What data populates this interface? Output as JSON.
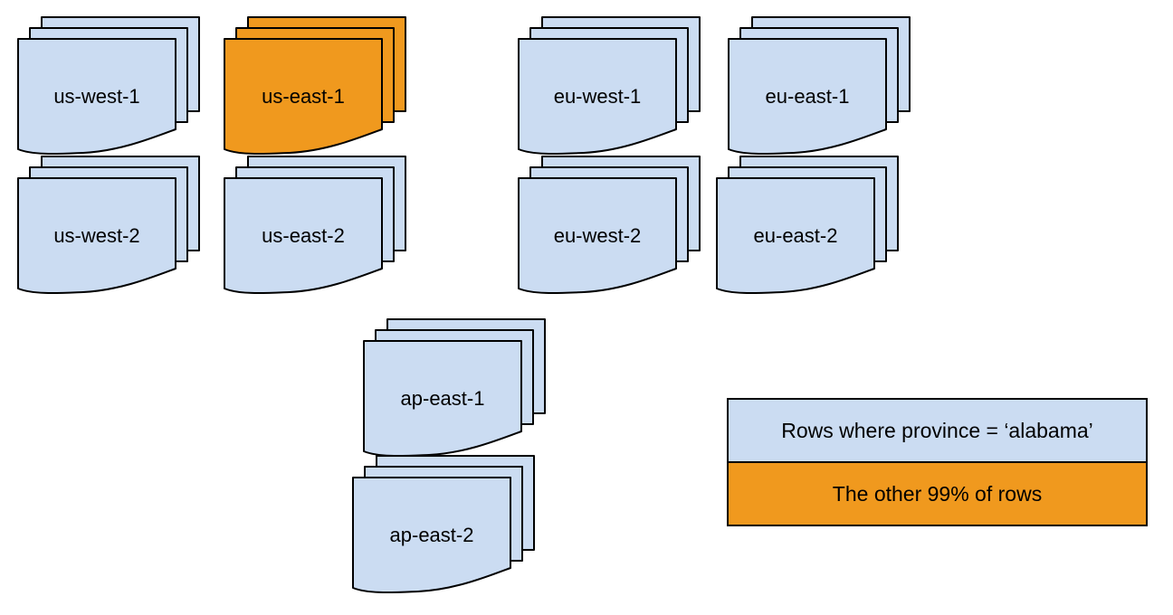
{
  "diagram": {
    "background": "#ffffff",
    "colors": {
      "background": "#ffffff",
      "blue": "#cbdcf2",
      "orange": "#f0991e",
      "stroke": "#000000",
      "text": "#000000"
    },
    "clusters": [
      {
        "id": "us-west-1",
        "label": "us-west-1",
        "color": "blue"
      },
      {
        "id": "us-east-1",
        "label": "us-east-1",
        "color": "orange"
      },
      {
        "id": "eu-west-1",
        "label": "eu-west-1",
        "color": "blue"
      },
      {
        "id": "eu-east-1",
        "label": "eu-east-1",
        "color": "blue"
      },
      {
        "id": "us-west-2",
        "label": "us-west-2",
        "color": "blue"
      },
      {
        "id": "us-east-2",
        "label": "us-east-2",
        "color": "blue"
      },
      {
        "id": "eu-west-2",
        "label": "eu-west-2",
        "color": "blue"
      },
      {
        "id": "eu-east-2",
        "label": "eu-east-2",
        "color": "blue"
      },
      {
        "id": "ap-east-1",
        "label": "ap-east-1",
        "color": "blue"
      },
      {
        "id": "ap-east-2",
        "label": "ap-east-2",
        "color": "blue"
      }
    ],
    "legend": {
      "rows": [
        {
          "label": "Rows where province = ‘alabama’",
          "color": "blue"
        },
        {
          "label": "The other 99% of rows",
          "color": "orange"
        }
      ]
    }
  }
}
